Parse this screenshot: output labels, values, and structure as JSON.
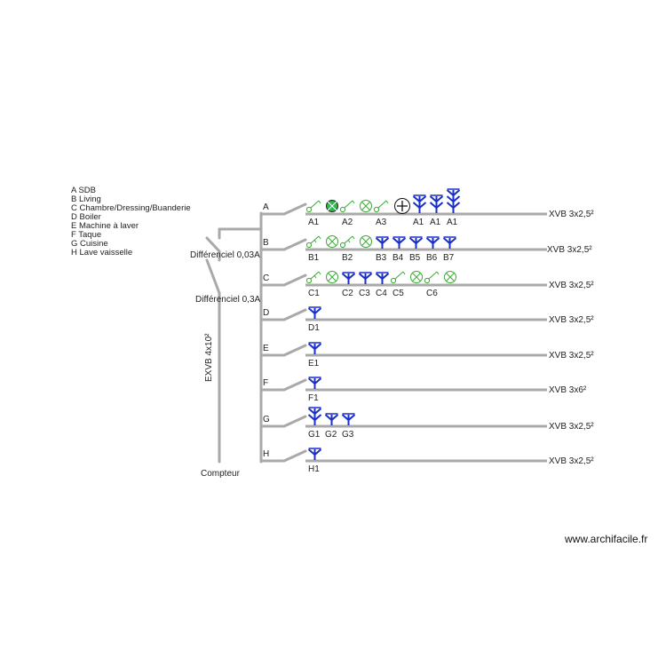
{
  "legend": [
    "A SDB",
    "B Living",
    "C Chambre/Dressing/Buanderie",
    "D Boiler",
    "E Machine à laver",
    "F Taque",
    "G Cuisine",
    "H Lave vaisselle"
  ],
  "labels": {
    "diff_003": "Différenciel 0,03A",
    "diff_03": "Différenciel 0,3A",
    "main_cable": "EXVB 4x10²",
    "meter": "Compteur",
    "watermark": "www.archifacile.fr"
  },
  "circuits": [
    {
      "letter": "A",
      "cable": "XVB 3x2,5²",
      "devices": [
        {
          "t": "switch",
          "label": "A1"
        },
        {
          "t": "lamp_green",
          "label": ""
        },
        {
          "t": "switch",
          "label": "A2"
        },
        {
          "t": "lamp",
          "label": ""
        },
        {
          "t": "switch",
          "label": "A3"
        },
        {
          "t": "fan",
          "label": ""
        },
        {
          "t": "socket2",
          "label": "A1"
        },
        {
          "t": "socket2",
          "label": "A1"
        },
        {
          "t": "socket3",
          "label": "A1"
        }
      ]
    },
    {
      "letter": "B",
      "cable": "XVB 3x2,5²",
      "devices": [
        {
          "t": "switch2",
          "label": "B1"
        },
        {
          "t": "lamp",
          "label": ""
        },
        {
          "t": "switch2",
          "label": "B2"
        },
        {
          "t": "lamp",
          "label": ""
        },
        {
          "t": "socket",
          "label": "B3"
        },
        {
          "t": "socket",
          "label": "B4"
        },
        {
          "t": "socket",
          "label": "B5"
        },
        {
          "t": "socket",
          "label": "B6"
        },
        {
          "t": "socket",
          "label": "B7"
        }
      ]
    },
    {
      "letter": "C",
      "cable": "XVB 3x2,5²",
      "devices": [
        {
          "t": "switch2",
          "label": "C1"
        },
        {
          "t": "lamp",
          "label": ""
        },
        {
          "t": "socket",
          "label": "C2"
        },
        {
          "t": "socket",
          "label": "C3"
        },
        {
          "t": "socket",
          "label": "C4"
        },
        {
          "t": "switch",
          "label": "C5"
        },
        {
          "t": "lamp",
          "label": ""
        },
        {
          "t": "switch",
          "label": "C6"
        },
        {
          "t": "lamp",
          "label": ""
        }
      ]
    },
    {
      "letter": "D",
      "cable": "XVB 3x2,5²",
      "devices": [
        {
          "t": "socket",
          "label": "D1"
        }
      ]
    },
    {
      "letter": "E",
      "cable": "XVB 3x2,5²",
      "devices": [
        {
          "t": "socket",
          "label": "E1"
        }
      ]
    },
    {
      "letter": "F",
      "cable": "XVB 3x6²",
      "devices": [
        {
          "t": "socket",
          "label": "F1"
        }
      ]
    },
    {
      "letter": "G",
      "cable": "XVB 3x2,5²",
      "devices": [
        {
          "t": "socket2",
          "label": "G1"
        },
        {
          "t": "socket",
          "label": "G2"
        },
        {
          "t": "socket",
          "label": "G3"
        }
      ]
    },
    {
      "letter": "H",
      "cable": "XVB 3x2,5²",
      "devices": [
        {
          "t": "socket",
          "label": "H1"
        }
      ]
    }
  ],
  "colors": {
    "wire": "#a9a9a9",
    "socket": "#1a2fc8",
    "switch": "#3aaa35",
    "lamp_fill": "#2db84a"
  }
}
